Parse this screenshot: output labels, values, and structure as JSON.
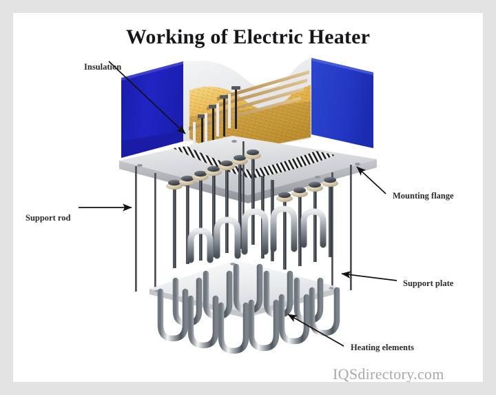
{
  "figure": {
    "title": "Working of Electric Heater",
    "watermark": "IQSdirectory.com",
    "subject": "immersion electric heater cutaway assembly",
    "frame_color": "#e3e3e3",
    "canvas_color": "#ffffff"
  },
  "callouts": [
    {
      "id": "insulation",
      "label": "Insulation",
      "points_to": "gold fibrous insulation fill inside terminal enclosure",
      "arrow_direction": "down-right"
    },
    {
      "id": "support-rod",
      "label": "Support rod",
      "points_to": "thin vertical rod between mounting flange and support plate",
      "arrow_direction": "right"
    },
    {
      "id": "mounting-flange",
      "label": "Mounting flange",
      "points_to": "upper square flange plate",
      "arrow_direction": "up-left"
    },
    {
      "id": "support-plate",
      "label": "Support plate",
      "points_to": "lower square baffle plate",
      "arrow_direction": "left"
    },
    {
      "id": "heating-elements",
      "label": "Heating elements",
      "points_to": "U-shaped tubular element bundle",
      "arrow_direction": "up-left"
    }
  ],
  "parts": {
    "enclosure_wall_left_color": "#1d20b5",
    "enclosure_wall_right_color": "#2741c6",
    "enclosure_inner_color": "#e6e7ea",
    "insulation_color": "#e0a93a",
    "insulation_highlight": "#f3cf73",
    "busbar_color": "#c9a86a",
    "flange_color": "#d5d7da",
    "flange_edge_color": "#9fa3a8",
    "support_plate_color": "#eceef0",
    "rod_color": "#3c4148",
    "element_color": "#8d949b",
    "bushing_cap_color": "#5a5f66",
    "bushing_body_color": "#d8cdb0",
    "hatch_color": "#191919",
    "callout_text_color": "#2a2a2e",
    "title_color": "#15161a",
    "watermark_color": "#a9a9ad"
  }
}
